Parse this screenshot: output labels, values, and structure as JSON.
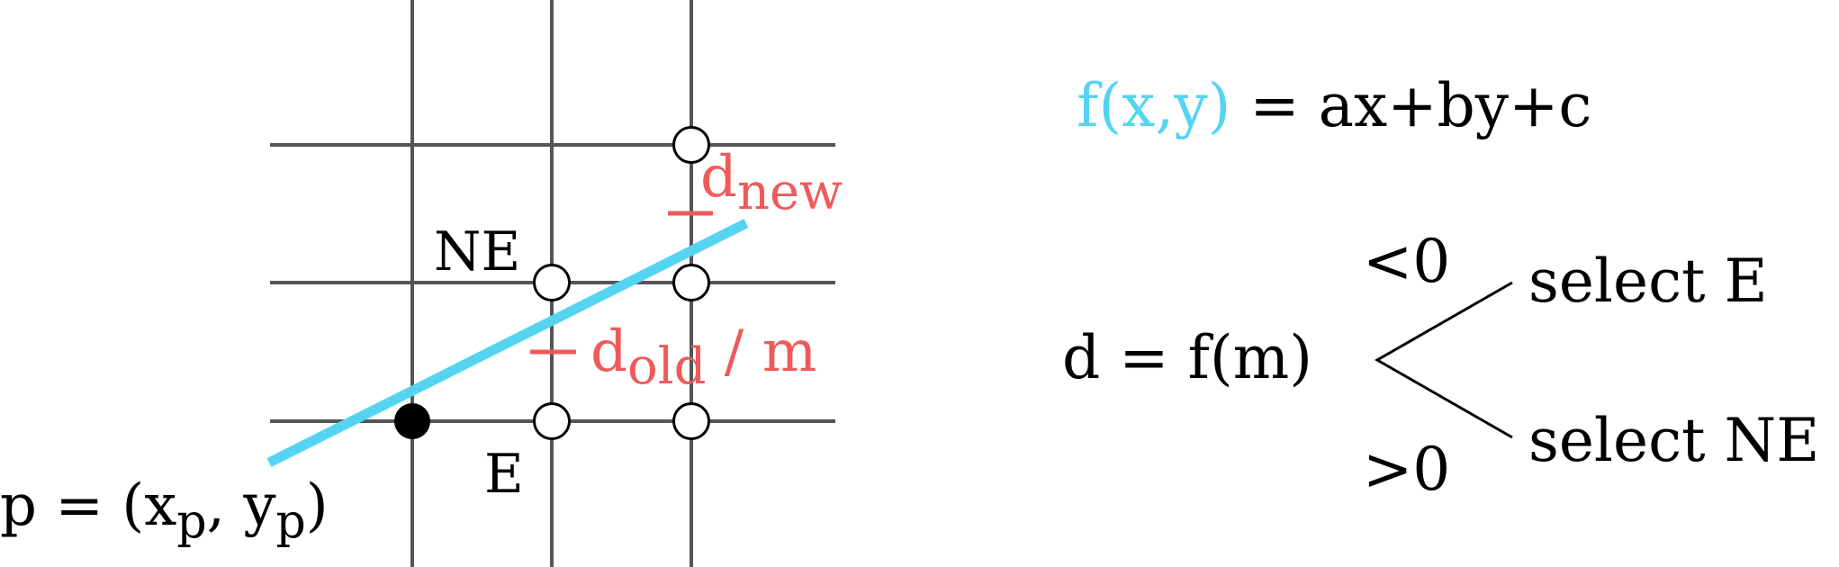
{
  "colors": {
    "grid": "#555555",
    "line": "#55d4f2",
    "highlight": "#f05a5a",
    "text": "#000000"
  },
  "labels": {
    "p_text": "p = (x",
    "p_sub1": "p",
    "p_mid": ", y",
    "p_sub2": "p",
    "p_close": ")",
    "ne": "NE",
    "e": "E",
    "d_new": "d",
    "d_new_sub": "new",
    "d_old": "d",
    "d_old_sub": "old",
    "d_old_suffix": " / m"
  },
  "equation": {
    "f_part": "f(x,y)",
    "rhs": " = ax+by+c"
  },
  "decision": {
    "lhs": "d = f(m)",
    "lt": "<0",
    "gt": ">0",
    "select_e": "select E",
    "select_ne": "select NE"
  }
}
